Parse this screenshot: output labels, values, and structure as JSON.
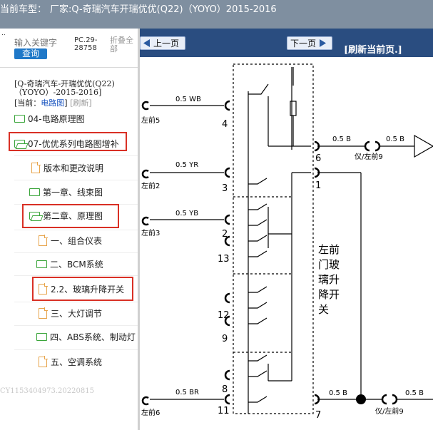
{
  "header": {
    "label": "当前车型：",
    "value": "厂家:Q-奇瑞汽车开瑞优优(Q22)（YOYO）2015-2016"
  },
  "left_panel": {
    "dots": "..",
    "keyword_placeholder": "输入关键字",
    "search_label": "查询",
    "pc_code": "PC.29-28758",
    "collapse_label": "折叠全部",
    "breadcrumb": "[Q-奇瑞汽车-开瑞优优(Q22)（YOYO）-2015-2016]",
    "current_prefix": "[当前：",
    "current_link": "电路图",
    "current_suffix": "]",
    "refresh_link": "[刷新]",
    "tree": [
      {
        "label": "04-电路原理图",
        "icon": "folder"
      },
      {
        "label": "07-优优系列电路图增补",
        "icon": "folder-open"
      },
      {
        "label": "版本和更改说明",
        "icon": "document"
      },
      {
        "label": "第一章、线束图",
        "icon": "folder"
      },
      {
        "label": "第二章、原理图",
        "icon": "folder-open"
      },
      {
        "label": "一、组合仪表",
        "icon": "document"
      },
      {
        "label": "二、BCM系统",
        "icon": "folder"
      },
      {
        "label": "2.2、玻璃升降开关",
        "icon": "document"
      },
      {
        "label": "三、大灯调节",
        "icon": "document"
      },
      {
        "label": "四、ABS系统、制动灯",
        "icon": "folder"
      },
      {
        "label": "五、空调系统",
        "icon": "document"
      }
    ],
    "watermark": "CY1153404973.20220815",
    "highlight_color": "#d93025"
  },
  "toolbar": {
    "prev_label": "上一页",
    "next_label": "下一页",
    "refresh_label": "[刷新当前页.]"
  },
  "diagram": {
    "wires": [
      "0.5 WB",
      "0.5 YR",
      "0.5 YB",
      "0.5 BR",
      "0.5 B",
      "0.5 B",
      "0.5 B",
      "0.5 B"
    ],
    "left_connectors": [
      "左前5",
      "左前2",
      "左前3",
      "左前6"
    ],
    "pins": [
      "4",
      "3",
      "2",
      "13",
      "12",
      "9",
      "8",
      "11",
      "6",
      "1",
      "7"
    ],
    "right_connectors": [
      "仪/左前9",
      "仪/左前9"
    ],
    "switch_label": [
      "左前",
      "门玻",
      "璃升",
      "降开",
      "关"
    ]
  }
}
